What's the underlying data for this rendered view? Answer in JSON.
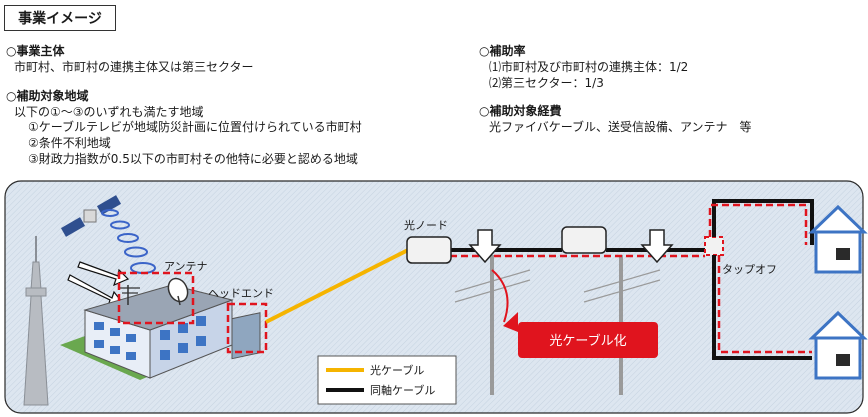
{
  "title": "事業イメージ",
  "left_col": {
    "entity_heading": "○事業主体",
    "entity_text": "市町村、市町村の連携主体又は第三セクター",
    "area_heading": "○補助対象地域",
    "area_text": "以下の①～③のいずれも満たす地域",
    "area_items": [
      "①ケーブルテレビが地域防災計画に位置付けられている市町村",
      "②条件不利地域",
      "③財政力指数が0.5以下の市町村その他特に必要と認める地域"
    ]
  },
  "right_col": {
    "rate_heading": "○補助率",
    "rate_items": [
      "⑴市町村及び市町村の連携主体：1/2",
      "⑵第三セクター：1/3"
    ],
    "cost_heading": "○補助対象経費",
    "cost_text": "光ファイバケーブル、送受信設備、アンテナ　等"
  },
  "diagram": {
    "antenna_label": "アンテナ",
    "headend_label": "ヘッドエンド",
    "optical_node_label": "光ノード",
    "tapoff_label": "タップオフ",
    "optical_conversion_label": "光ケーブル化",
    "legend": {
      "optical_cable": "光ケーブル",
      "coaxial_cable": "同軸ケーブル"
    },
    "colors": {
      "optical": "#f5b400",
      "coaxial": "#111111",
      "highlight_red": "#e0141e",
      "panel_bg": "#dde6f0"
    }
  }
}
